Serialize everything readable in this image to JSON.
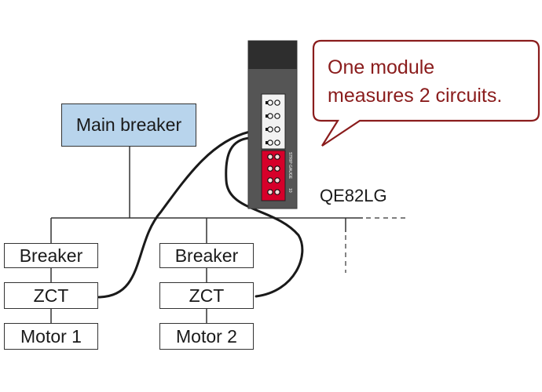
{
  "main_breaker": {
    "label": "Main breaker"
  },
  "branches": [
    {
      "breaker": "Breaker",
      "zct": "ZCT",
      "motor": "Motor 1"
    },
    {
      "breaker": "Breaker",
      "zct": "ZCT",
      "motor": "Motor 2"
    }
  ],
  "module": {
    "name": "QE82LG",
    "side_label": "STRIP GAUGE",
    "gauge_mark": "10"
  },
  "callout": {
    "line1": "One module",
    "line2": "measures 2 circuits."
  },
  "colors": {
    "main_fill": "#b8d4ec",
    "callout_border": "#8a1c1c",
    "callout_text": "#8a1c1c",
    "terminal_red": "#d6002a",
    "module_body": "#555555"
  }
}
